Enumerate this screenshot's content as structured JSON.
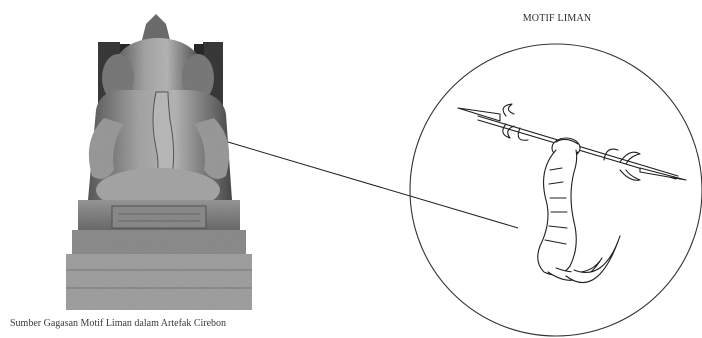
{
  "motif_panel": {
    "title": "MOTIF LIMAN"
  },
  "photo": {
    "subject": "ganesha-statue-photograph"
  },
  "caption": {
    "text": "Sumber Gagasan Motif Liman dalam Artefak Cirebon"
  },
  "colors": {
    "background": "#ffffff",
    "stone_dark": "#3d3d3d",
    "stone_mid": "#8a8a8a",
    "stone_light": "#cfcfcf",
    "line": "#1f1f1f"
  }
}
